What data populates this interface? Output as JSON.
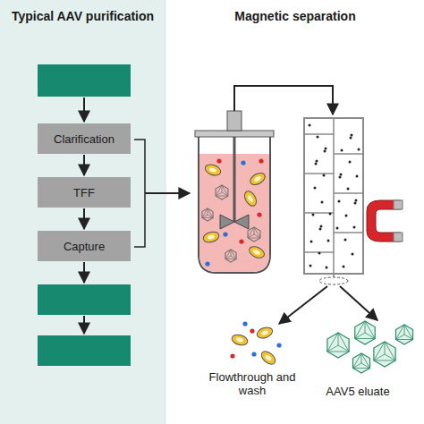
{
  "diagram": {
    "nodes": [
      {
        "text": [
          "Clarification"
        ]
      },
      {
        "text": [
          "TFF"
        ]
      },
      {
        "text": [
          "Capture"
        ]
      }
    ],
    "edges": [
      {
        "from": 0,
        "to": 1,
        "arrow": "to"
      },
      {
        "from": 1,
        "to": 2,
        "arrow": "to"
      }
    ],
    "labels": [
      "Typical AAV purification",
      "Magnetic separation",
      "Flowthrough and wash",
      "AAV5 eluate"
    ]
  }
}
